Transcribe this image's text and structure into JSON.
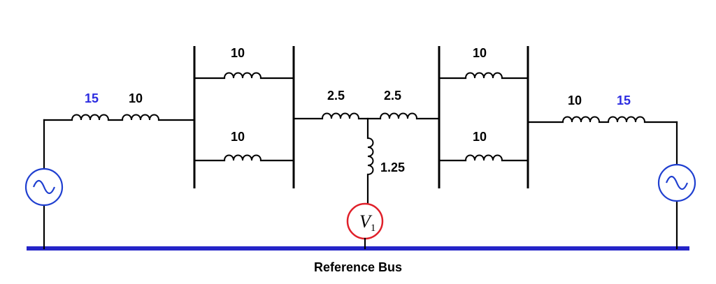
{
  "reference_bus": {
    "label": "Reference Bus"
  },
  "left_branch": {
    "source_reactance": "15",
    "line_reactance": "10"
  },
  "left_parallel": {
    "upper_reactance": "10",
    "lower_reactance": "10"
  },
  "center": {
    "left_series_reactance": "2.5",
    "right_series_reactance": "2.5",
    "shunt_reactance": "1.25",
    "voltage_source": {
      "symbol": "V",
      "subscript": "1"
    }
  },
  "right_parallel": {
    "upper_reactance": "10",
    "lower_reactance": "10"
  },
  "right_branch": {
    "line_reactance": "10",
    "source_reactance": "15"
  },
  "colors": {
    "reference_bus": "#2424c8",
    "generator": "#1f3fd0",
    "voltage_source": "#e0202a",
    "source_reactance_label": "#2b2be0"
  },
  "icons": {
    "generator": "ac-source-icon",
    "voltage_source": "voltage-source-icon",
    "inductor": "inductor-icon"
  }
}
